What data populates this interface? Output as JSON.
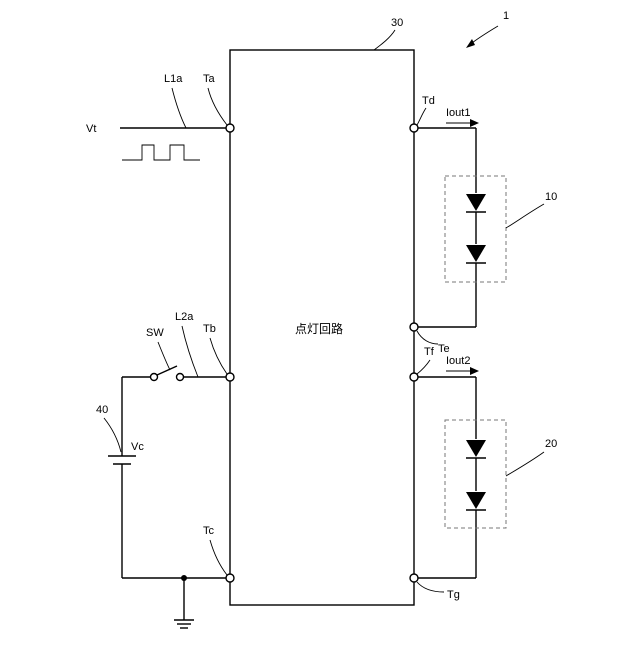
{
  "figure_number": "1",
  "circuit": {
    "ref": "30",
    "label": "点灯回路"
  },
  "signal": {
    "name": "Vt"
  },
  "lines": {
    "l1a": "L1a",
    "l2a": "L2a"
  },
  "terminals": {
    "ta": "Ta",
    "tb": "Tb",
    "tc": "Tc",
    "td": "Td",
    "te": "Te",
    "tf": "Tf",
    "tg": "Tg"
  },
  "currents": {
    "iout1": "Iout1",
    "iout2": "Iout2"
  },
  "led_modules": {
    "first": "10",
    "second": "20"
  },
  "switch": {
    "label": "SW"
  },
  "battery": {
    "ref": "40",
    "label": "Vc"
  }
}
